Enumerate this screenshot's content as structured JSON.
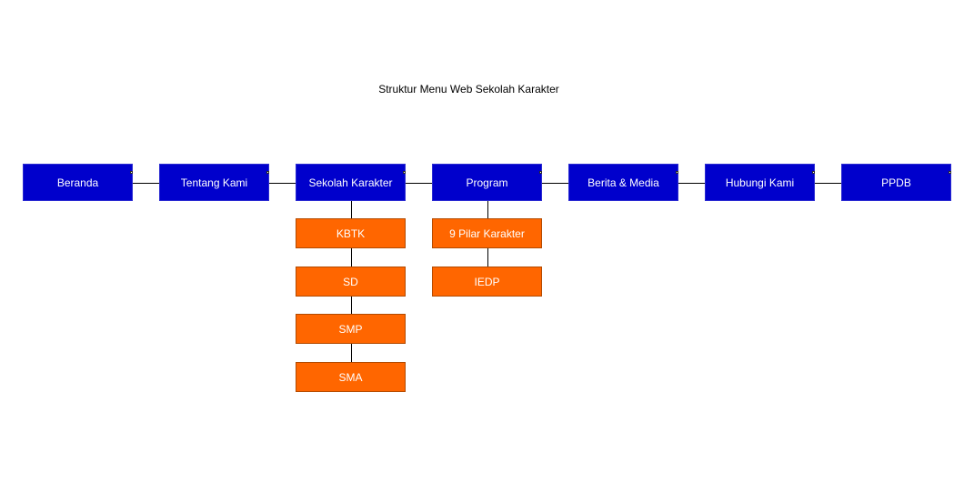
{
  "title": "Struktur Menu Web Sekolah Karakter",
  "colors": {
    "top_menu": "#0000cc",
    "submenu": "#ff6600",
    "text": "#ffffff",
    "connector": "#000000"
  },
  "menu": [
    {
      "label": "Beranda",
      "children": []
    },
    {
      "label": "Tentang Kami",
      "children": []
    },
    {
      "label": "Sekolah Karakter",
      "children": [
        "KBTK",
        "SD",
        "SMP",
        "SMA"
      ]
    },
    {
      "label": "Program",
      "children": [
        "9 Pilar Karakter",
        "IEDP"
      ]
    },
    {
      "label": "Berita & Media",
      "children": []
    },
    {
      "label": "Hubungi Kami",
      "children": []
    },
    {
      "label": "PPDB",
      "children": []
    }
  ]
}
